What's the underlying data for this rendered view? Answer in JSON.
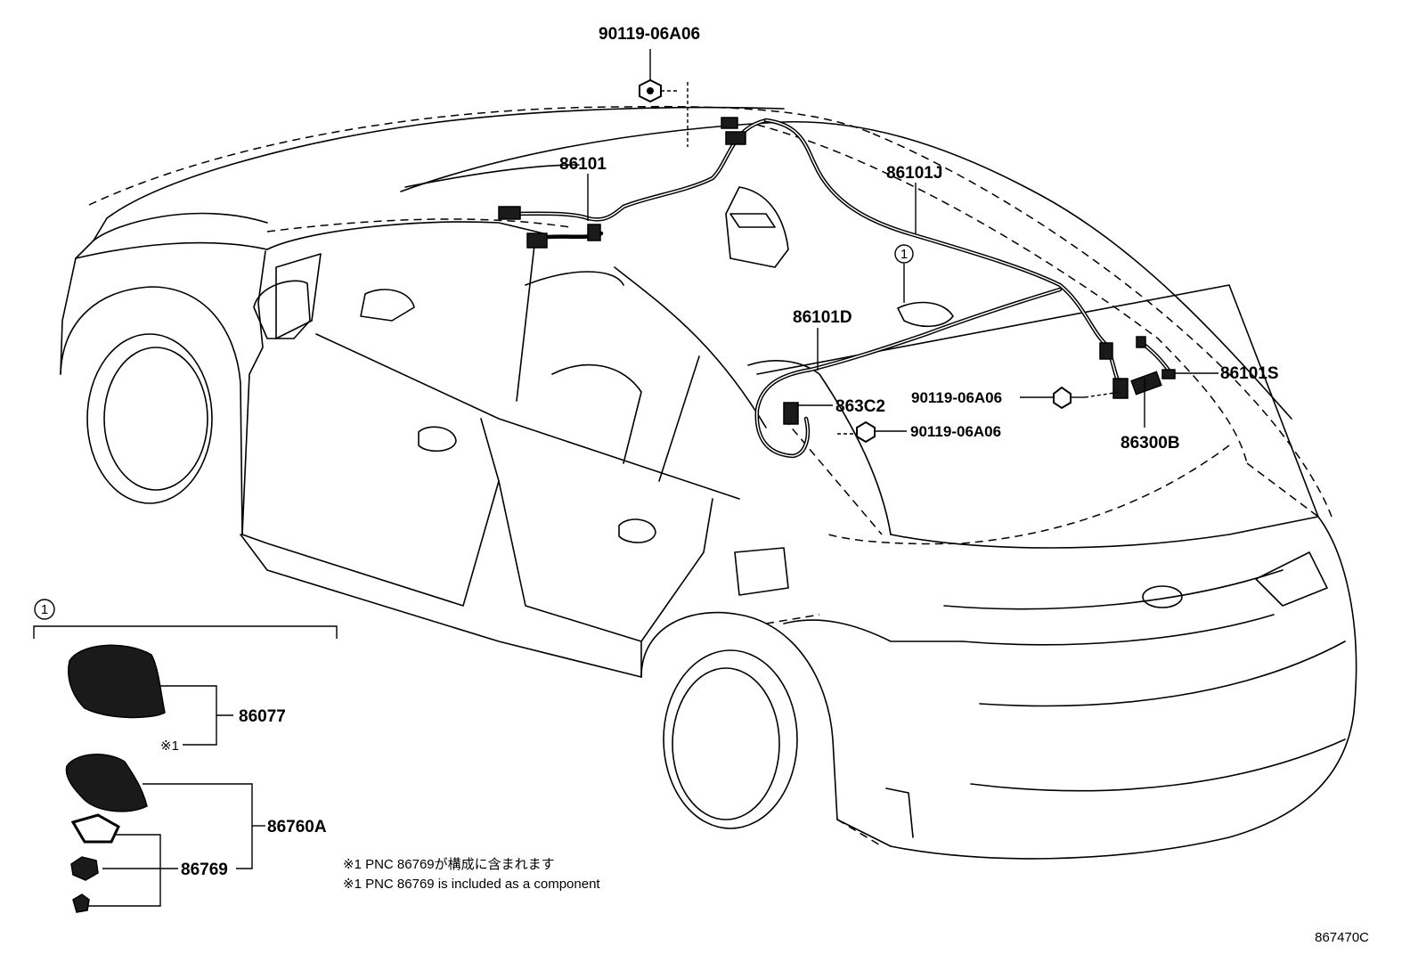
{
  "diagram": {
    "parts": {
      "bolt_top": "90119-06A06",
      "harness_main": "86101",
      "harness_j": "86101J",
      "harness_d": "86101D",
      "harness_s": "86101S",
      "bracket": "863C2",
      "bolt_right_1": "90119-06A06",
      "bolt_right_2": "90119-06A06",
      "antenna_amp": "86300B",
      "antenna_cover": "86077",
      "antenna_assy": "86760A",
      "gasket": "86769"
    },
    "callout_marker": "1",
    "callout_marker_detail": "1",
    "note_mark": "※1",
    "notes": [
      "※1 PNC 86769が構成に含まれます",
      "※1 PNC 86769 is included as a component"
    ],
    "reference_code": "867470C"
  }
}
